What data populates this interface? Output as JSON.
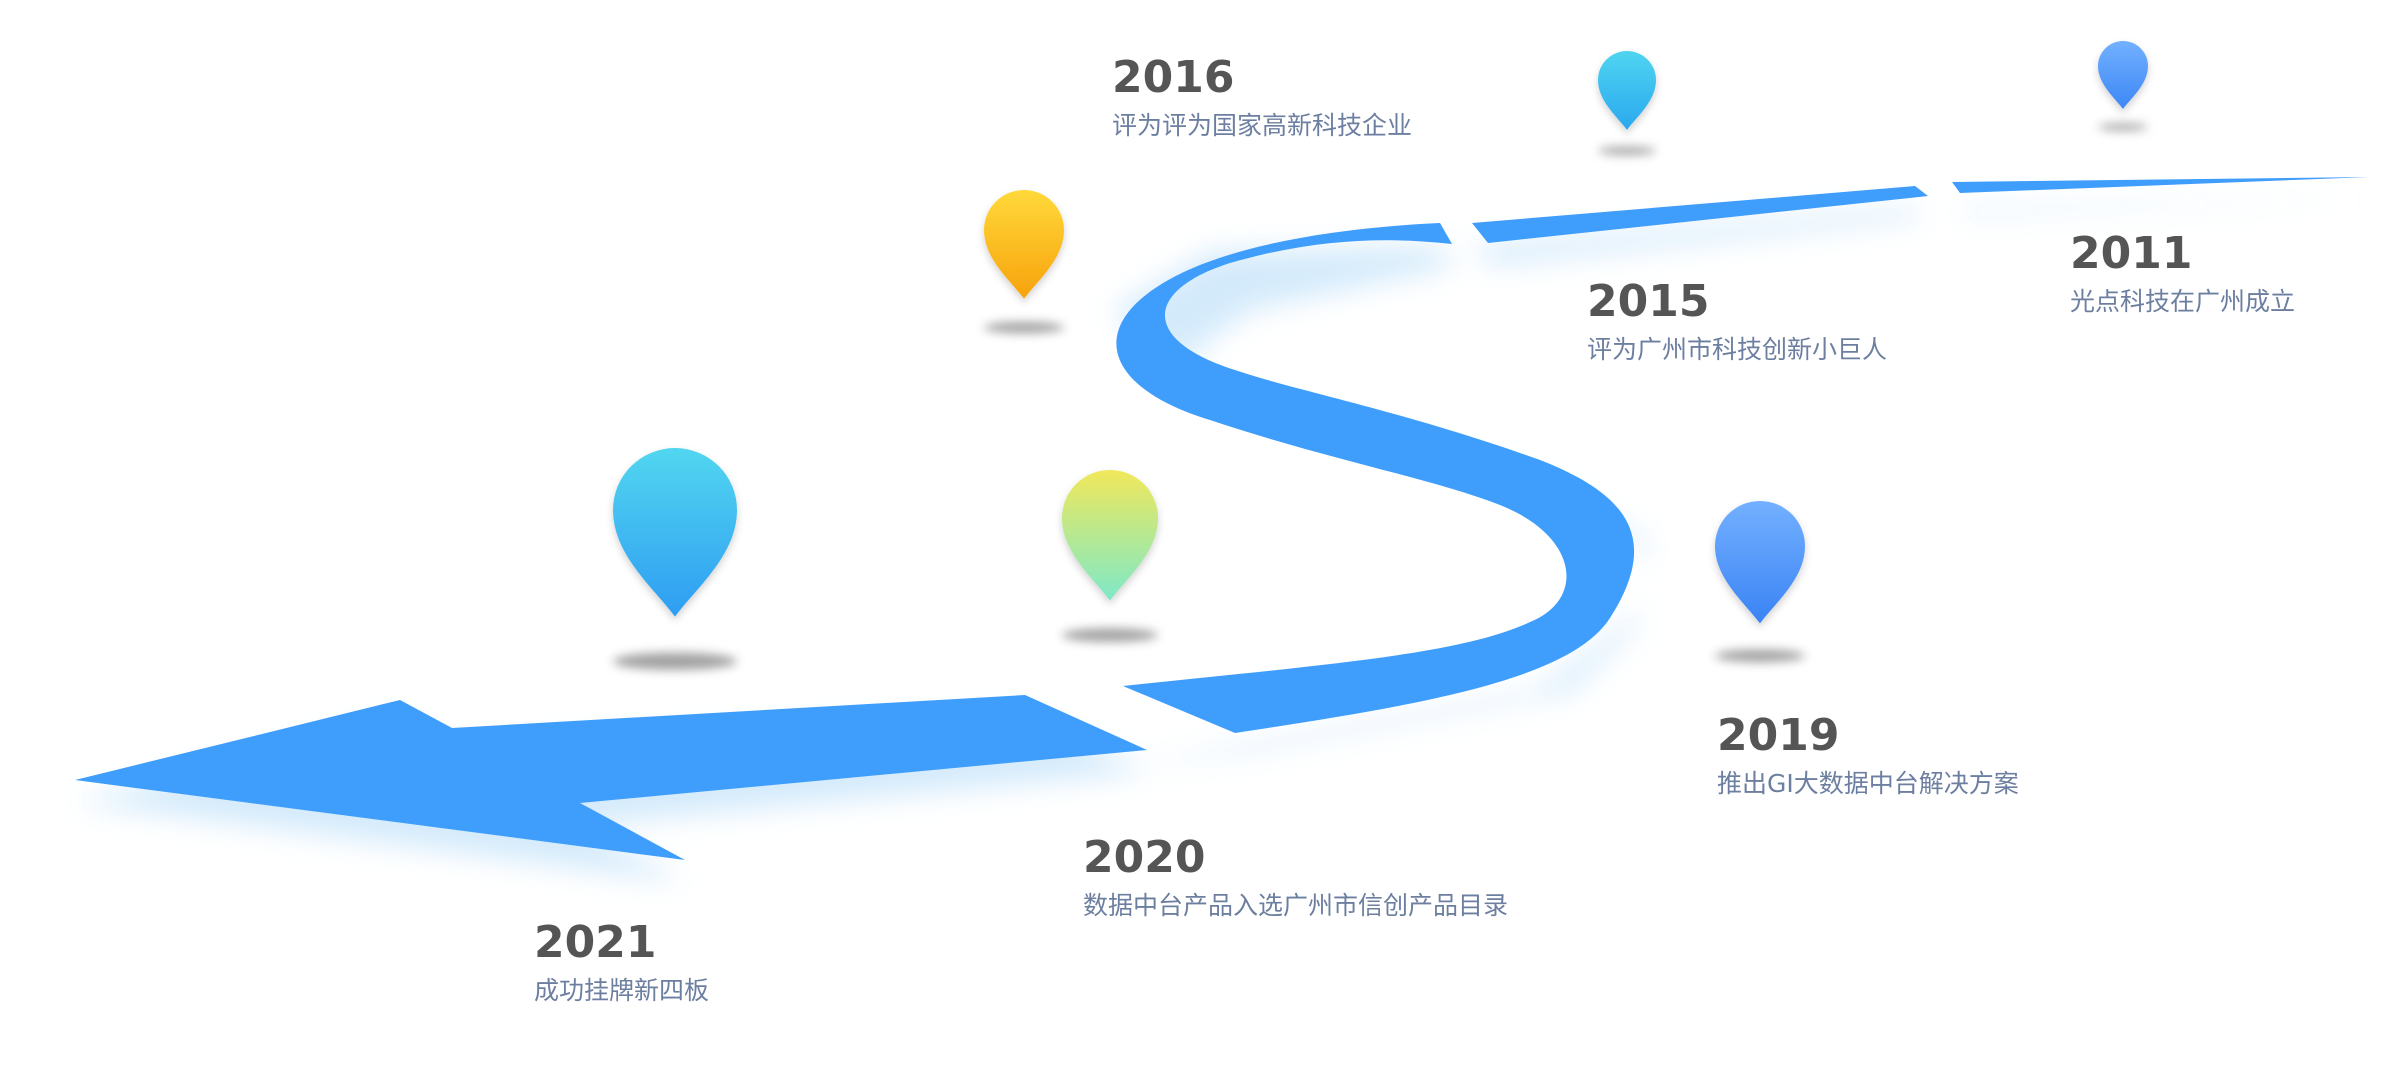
{
  "milestones": [
    {
      "year": "2011",
      "text": "光点科技在广州成立",
      "pin_color_top": "#72b0ff",
      "pin_color_bottom": "#3d87f5"
    },
    {
      "year": "2015",
      "text": "评为广州市科技创新小巨人",
      "pin_color_top": "#4fd4f0",
      "pin_color_bottom": "#2aa8ee"
    },
    {
      "year": "2016",
      "text": "评为评为国家高新科技企业",
      "pin_color_top": "#ffd93a",
      "pin_color_bottom": "#f7a20c"
    },
    {
      "year": "2019",
      "text": "推出GI大数据中台解决方案",
      "pin_color_top": "#73b0ff",
      "pin_color_bottom": "#3a83f4"
    },
    {
      "year": "2020",
      "text": "数据中台产品入选广州市信创产品目录",
      "pin_color_top": "#f0e85a",
      "pin_color_bottom": "#7fe8c8"
    },
    {
      "year": "2021",
      "text": "成功挂牌新四板",
      "pin_color_top": "#52d6f0",
      "pin_color_bottom": "#2e9df2"
    }
  ],
  "colors": {
    "road": "#3f9dfb",
    "road_glow": "#cfe8fb",
    "year_text": "#555555",
    "desc_text": "#6d7fa0"
  }
}
